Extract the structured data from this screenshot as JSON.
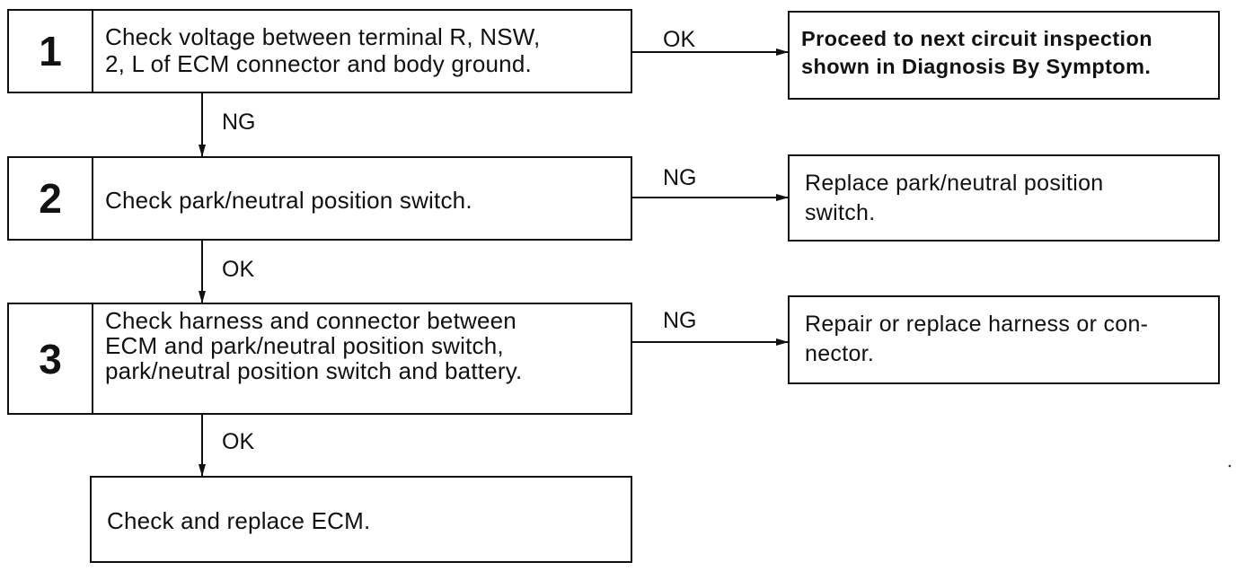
{
  "steps": [
    {
      "number": "1",
      "lines": [
        "Check voltage between terminal R, NSW,",
        "2, L of ECM connector and body ground."
      ]
    },
    {
      "number": "2",
      "lines": [
        "Check park/neutral position switch."
      ]
    },
    {
      "number": "3",
      "lines": [
        "Check harness and connector between",
        "ECM and park/neutral position switch,",
        "park/neutral position switch and battery."
      ]
    }
  ],
  "final": {
    "lines": [
      "Check and replace ECM."
    ]
  },
  "results": [
    {
      "lines": [
        "Proceed to next circuit inspection",
        "shown in Diagnosis By Symptom."
      ]
    },
    {
      "lines": [
        "Replace park/neutral position",
        "switch."
      ]
    },
    {
      "lines": [
        "Repair or replace harness or con-",
        "nector."
      ]
    }
  ],
  "labels": {
    "step1_right": "OK",
    "step1_down": "NG",
    "step2_right": "NG",
    "step2_down": "OK",
    "step3_right": "NG",
    "step3_down": "OK"
  }
}
